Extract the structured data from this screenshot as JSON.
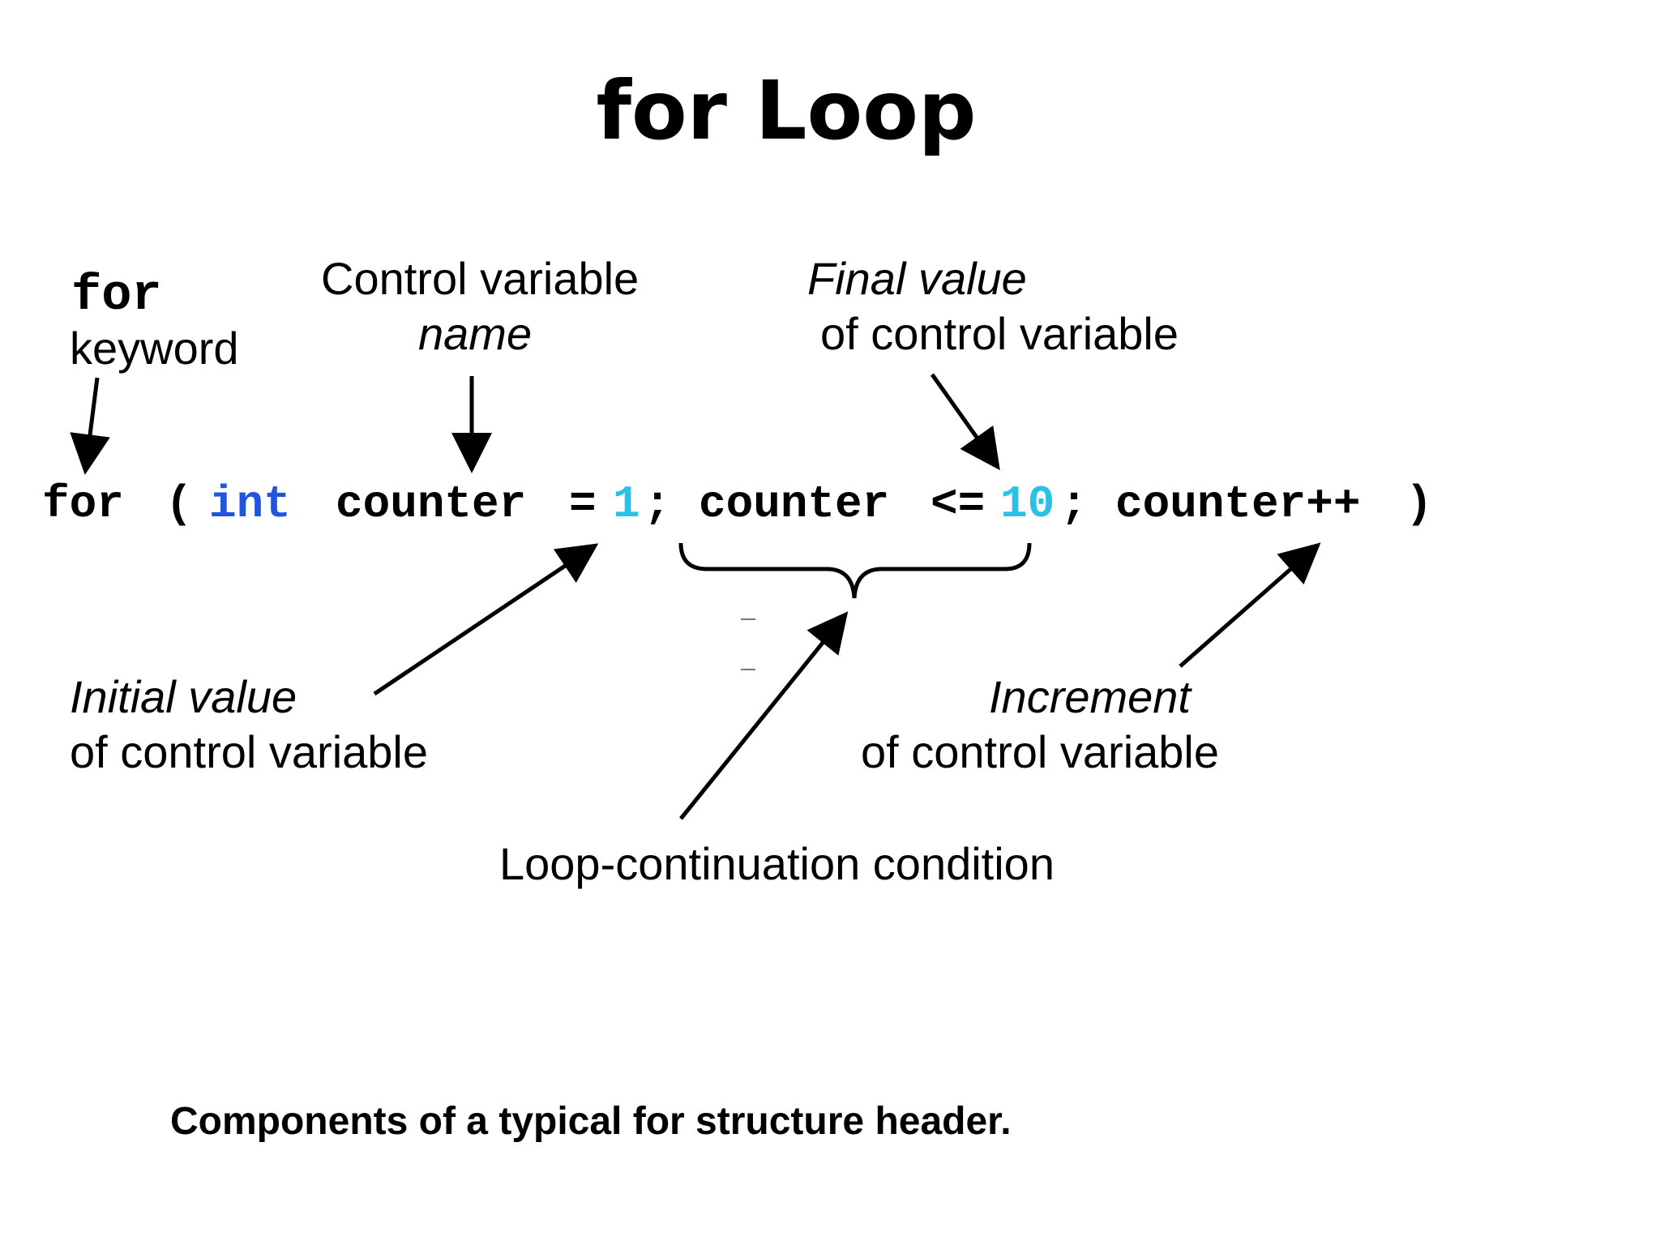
{
  "title": "for Loop",
  "labels": {
    "for_keyword_code": "for",
    "for_keyword_text": "keyword",
    "control_name_line1": "Control variable",
    "control_name_line2": "name",
    "final_value_line1": "Final value",
    "final_value_line2": "of control variable",
    "initial_value_line1": "Initial value",
    "initial_value_line2": "of control variable",
    "increment_line1": "Increment",
    "increment_line2": "of control variable",
    "loop_condition": "Loop-continuation condition"
  },
  "code": {
    "kw_for": "for",
    "open_paren": "(",
    "kw_int": "int",
    "var1": "counter",
    "assign": "=",
    "init_value": "1",
    "semi1": ";",
    "var2": "counter",
    "compare": "<=",
    "final_value": "10",
    "semi2": ";",
    "increment": "counter++",
    "close_paren": ")"
  },
  "caption": "Components of a typical for structure header.",
  "colors": {
    "keyword_int": "#2255dd",
    "literal": "#2ac0e8",
    "text": "#000000"
  }
}
